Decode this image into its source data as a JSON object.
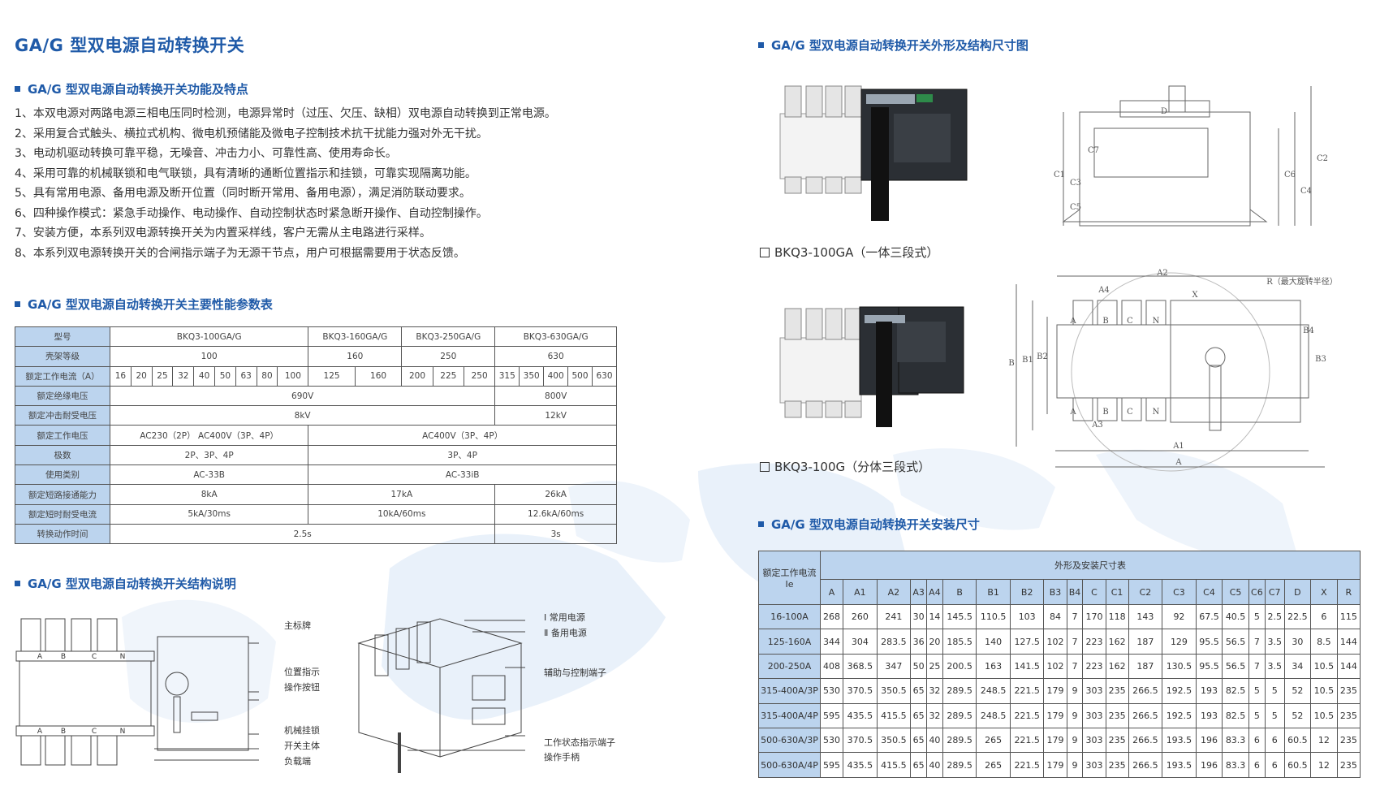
{
  "title": "GA/G 型双电源自动转换开关",
  "sections": {
    "features_title": "GA/G 型双电源自动转换开关功能及特点",
    "params_title": "GA/G 型双电源自动转换开关主要性能参数表",
    "structure_title": "GA/G 型双电源自动转换开关结构说明",
    "dimensions_title": "GA/G 型双电源自动转换开关外形及结构尺寸图",
    "install_title": "GA/G 型双电源自动转换开关安装尺寸"
  },
  "features": [
    "1、本双电源对两路电源三相电压同时检测，电源异常时（过压、欠压、缺相）双电源自动转换到正常电源。",
    "2、采用复合式触头、横拉式机构、微电机预储能及微电子控制技术抗干扰能力强对外无干扰。",
    "3、电动机驱动转换可靠平稳，无噪音、冲击力小、可靠性高、使用寿命长。",
    "4、采用可靠的机械联锁和电气联锁，具有清晰的通断位置指示和挂锁，可靠实现隔离功能。",
    "5、具有常用电源、备用电源及断开位置（同时断开常用、备用电源），满足消防联动要求。",
    "6、四种操作模式：紧急手动操作、电动操作、自动控制状态时紧急断开操作、自动控制操作。",
    "7、安装方便，本系列双电源转换开关为内置采样线，客户无需从主电路进行采样。",
    "8、本系列双电源转换开关的合闸指示端子为无源干节点，用户可根据需要用于状态反馈。"
  ],
  "perf": {
    "row_labels": [
      "型号",
      "壳架等级",
      "额定工作电流（A）",
      "额定绝缘电压",
      "额定冲击耐受电压",
      "额定工作电压",
      "极数",
      "使用类别",
      "额定短路接通能力",
      "额定短时耐受电流",
      "转换动作时间"
    ],
    "models": [
      "BKQ3-100GA/G",
      "BKQ3-160GA/G",
      "BKQ3-250GA/G",
      "BKQ3-630GA/G"
    ],
    "frames": [
      "100",
      "160",
      "250",
      "630"
    ],
    "currents": [
      "16",
      "20",
      "25",
      "32",
      "40",
      "50",
      "63",
      "80",
      "100",
      "125",
      "160",
      "200",
      "225",
      "250",
      "315",
      "350",
      "400",
      "500",
      "630"
    ],
    "insulation": [
      "690V",
      "800V"
    ],
    "impulse": [
      "8kV",
      "12kV"
    ],
    "op_voltage": [
      "AC230（2P） AC400V（3P、4P）",
      "AC400V（3P、4P）"
    ],
    "poles": [
      "2P、3P、4P",
      "3P、4P"
    ],
    "category": [
      "AC-33B",
      "AC-33iB"
    ],
    "making": [
      "8kA",
      "17kA",
      "26kA"
    ],
    "short_time": [
      "5kA/30ms",
      "10kA/60ms",
      "12.6kA/60ms"
    ],
    "transfer_time": [
      "2.5s",
      "3s"
    ]
  },
  "structure_labels": {
    "left": [
      "主标牌",
      "位置指示",
      "操作按钮",
      "机械挂锁",
      "开关主体",
      "负载端"
    ],
    "right": [
      "Ⅰ 常用电源",
      "Ⅱ 备用电源",
      "辅助与控制端子",
      "工作状态指示端子",
      "操作手柄"
    ]
  },
  "captions": {
    "ga": "BKQ3-100GA（一体三段式）",
    "g": "BKQ3-100G（分体三段式）"
  },
  "install": {
    "header_current": "额定工作电流 Ie",
    "header_group": "外形及安装尺寸表",
    "columns": [
      "A",
      "A1",
      "A2",
      "A3",
      "A4",
      "B",
      "B1",
      "B2",
      "B3",
      "B4",
      "C",
      "C1",
      "C2",
      "C3",
      "C4",
      "C5",
      "C6",
      "C7",
      "D",
      "X",
      "R"
    ],
    "rows": [
      [
        "16-100A",
        "268",
        "260",
        "241",
        "30",
        "14",
        "145.5",
        "110.5",
        "103",
        "84",
        "7",
        "170",
        "118",
        "143",
        "92",
        "67.5",
        "40.5",
        "5",
        "2.5",
        "22.5",
        "6",
        "115"
      ],
      [
        "125-160A",
        "344",
        "304",
        "283.5",
        "36",
        "20",
        "185.5",
        "140",
        "127.5",
        "102",
        "7",
        "223",
        "162",
        "187",
        "129",
        "95.5",
        "56.5",
        "7",
        "3.5",
        "30",
        "8.5",
        "144"
      ],
      [
        "200-250A",
        "408",
        "368.5",
        "347",
        "50",
        "25",
        "200.5",
        "163",
        "141.5",
        "102",
        "7",
        "223",
        "162",
        "187",
        "130.5",
        "95.5",
        "56.5",
        "7",
        "3.5",
        "34",
        "10.5",
        "144"
      ],
      [
        "315-400A/3P",
        "530",
        "370.5",
        "350.5",
        "65",
        "32",
        "289.5",
        "248.5",
        "221.5",
        "179",
        "9",
        "303",
        "235",
        "266.5",
        "192.5",
        "193",
        "82.5",
        "5",
        "5",
        "52",
        "10.5",
        "235"
      ],
      [
        "315-400A/4P",
        "595",
        "435.5",
        "415.5",
        "65",
        "32",
        "289.5",
        "248.5",
        "221.5",
        "179",
        "9",
        "303",
        "235",
        "266.5",
        "192.5",
        "193",
        "82.5",
        "5",
        "5",
        "52",
        "10.5",
        "235"
      ],
      [
        "500-630A/3P",
        "530",
        "370.5",
        "350.5",
        "65",
        "40",
        "289.5",
        "265",
        "221.5",
        "179",
        "9",
        "303",
        "235",
        "266.5",
        "193.5",
        "196",
        "83.3",
        "6",
        "6",
        "60.5",
        "12",
        "235"
      ],
      [
        "500-630A/4P",
        "595",
        "435.5",
        "415.5",
        "65",
        "40",
        "289.5",
        "265",
        "221.5",
        "179",
        "9",
        "303",
        "235",
        "266.5",
        "193.5",
        "196",
        "83.3",
        "6",
        "6",
        "60.5",
        "12",
        "235"
      ]
    ]
  },
  "drawing_labels": {
    "phases": [
      "A",
      "B",
      "C",
      "N"
    ],
    "front_view": [
      "A2",
      "A4",
      "X",
      "R（最大旋转半径）",
      "B",
      "B1",
      "B2",
      "B3",
      "B4",
      "A3",
      "A1",
      "A"
    ],
    "side_view": [
      "D",
      "C1",
      "C2",
      "C3",
      "C4",
      "C5",
      "C6",
      "C7"
    ]
  },
  "colors": {
    "accent": "#1f5aa8",
    "header_fill": "#bcd4ee",
    "map_tint": "#e6eff9"
  }
}
